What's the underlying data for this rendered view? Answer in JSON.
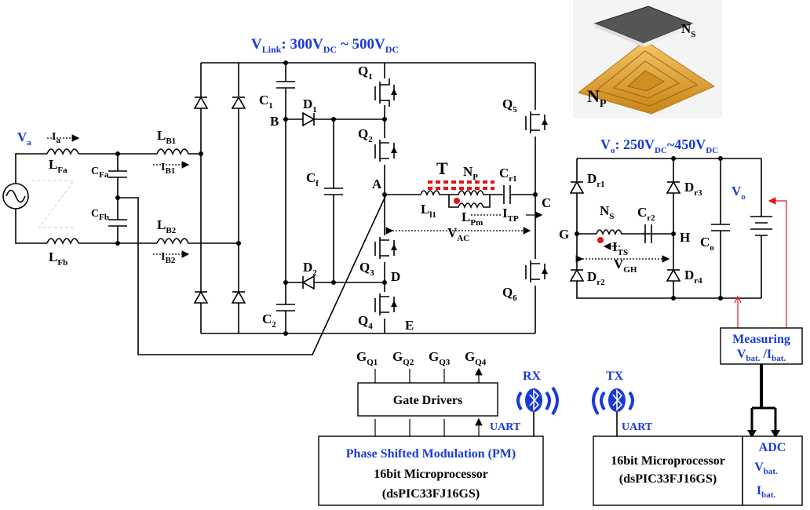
{
  "vlink_label": "V",
  "vlink_sub": "Link",
  "vlink_value": ": 300V",
  "vlink_dc1": "DC",
  "vlink_tilde": " ~ 500V",
  "vlink_dc2": "DC",
  "vo_label": "V",
  "vo_sub": "o",
  "vo_value": ": 250V",
  "vo_dc1": "DC",
  "vo_tilde": "~450V",
  "vo_dc2": "DC",
  "va": {
    "main": "V",
    "sub": "a"
  },
  "ia": {
    "main": "I",
    "sub": "a"
  },
  "lfa": {
    "main": "L",
    "sub": "Fa"
  },
  "lfb": {
    "main": "L",
    "sub": "Fb"
  },
  "cfa": {
    "main": "C",
    "sub": "Fa"
  },
  "cfb": {
    "main": "C",
    "sub": "Fb"
  },
  "lb1": {
    "main": "L",
    "sub": "B1"
  },
  "lb2": {
    "main": "L",
    "sub": "B2"
  },
  "ib1": {
    "main": "I",
    "sub": "B1"
  },
  "ib2": {
    "main": "I",
    "sub": "B2"
  },
  "c1": {
    "main": "C",
    "sub": "1"
  },
  "c2": {
    "main": "C",
    "sub": "2"
  },
  "cf": {
    "main": "C",
    "sub": "f"
  },
  "d1": {
    "main": "D",
    "sub": "1"
  },
  "d2": {
    "main": "D",
    "sub": "2"
  },
  "q1": {
    "main": "Q",
    "sub": "1"
  },
  "q2": {
    "main": "Q",
    "sub": "2"
  },
  "q3": {
    "main": "Q",
    "sub": "3"
  },
  "q4": {
    "main": "Q",
    "sub": "4"
  },
  "q5": {
    "main": "Q",
    "sub": "5"
  },
  "q6": {
    "main": "Q",
    "sub": "6"
  },
  "node_a": "A",
  "node_b": "B",
  "node_c": "C",
  "node_d": "D",
  "node_e": "E",
  "node_g": "G",
  "node_h": "H",
  "t_label": "T",
  "np": {
    "main": "N",
    "sub": "P"
  },
  "ns": {
    "main": "N",
    "sub": "S"
  },
  "ll1": {
    "main": "L",
    "sub": "l1"
  },
  "lpm": {
    "main": "L",
    "sub": "Pm"
  },
  "cr1": {
    "main": "C",
    "sub": "r1"
  },
  "cr2": {
    "main": "C",
    "sub": "r2"
  },
  "itp": {
    "main": "I",
    "sub": "TP"
  },
  "its": {
    "main": "I",
    "sub": "TS"
  },
  "vac": {
    "main": "V",
    "sub": "AC"
  },
  "vgh": {
    "main": "V",
    "sub": "GH"
  },
  "dr1": {
    "main": "D",
    "sub": "r1"
  },
  "dr2": {
    "main": "D",
    "sub": "r2"
  },
  "dr3": {
    "main": "D",
    "sub": "r3"
  },
  "dr4": {
    "main": "D",
    "sub": "r4"
  },
  "co": {
    "main": "C",
    "sub": "o"
  },
  "vo_node": {
    "main": "V",
    "sub": "o"
  },
  "photo_ns": {
    "main": "N",
    "sub": "S"
  },
  "photo_np": {
    "main": "N",
    "sub": "P"
  },
  "gq1": {
    "main": "G",
    "sub": "Q1"
  },
  "gq2": {
    "main": "G",
    "sub": "Q2"
  },
  "gq3": {
    "main": "G",
    "sub": "Q3"
  },
  "gq4": {
    "main": "G",
    "sub": "Q4"
  },
  "gate_drivers": "Gate Drivers",
  "rx": "RX",
  "tx": "TX",
  "uart_left": "UART",
  "uart_right": "UART",
  "pm_title": "Phase Shifted Modulation (PM)",
  "micro_left_line1": "16bit Microprocessor",
  "micro_left_line2": "(dsPIC33FJ16GS)",
  "micro_right_line1": "16bit Microprocessor",
  "micro_right_line2": "(dsPIC33FJ16GS)",
  "measuring_line1": "Measuring",
  "measuring_v": "V",
  "measuring_v_sub": "bat.",
  "measuring_sep": " /I",
  "measuring_i_sub": "bat.",
  "adc_title": "ADC",
  "adc_v": "V",
  "adc_v_sub": "bat.",
  "adc_i": "I",
  "adc_i_sub": "bat.",
  "colors": {
    "accent": "#1a3ad8",
    "highlight": "#e01515",
    "coil": "#e0a020"
  }
}
